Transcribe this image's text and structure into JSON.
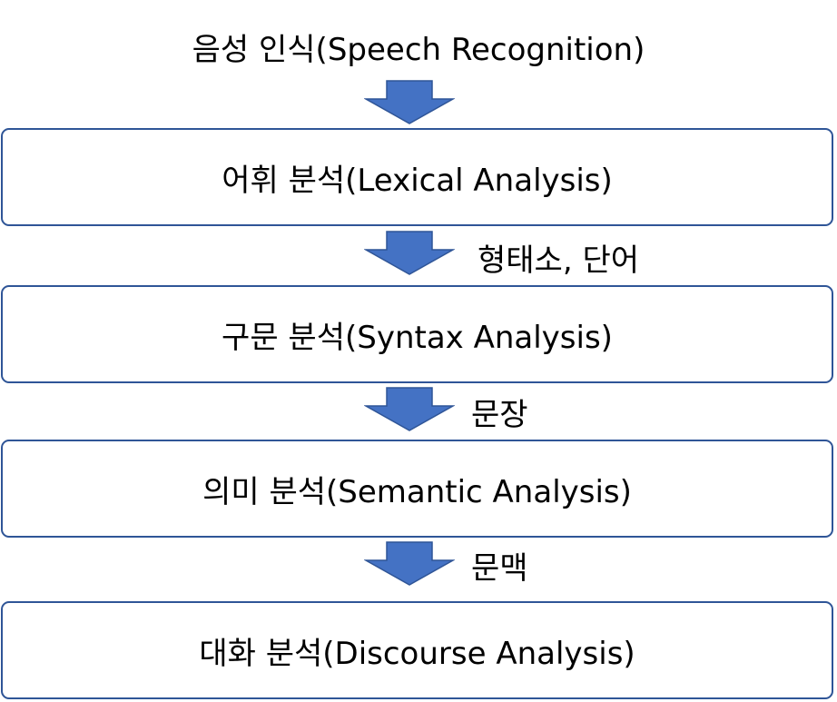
{
  "title": "음성 인식(Speech Recognition)",
  "stages": [
    {
      "label": "어휘 분석(Lexical Analysis)"
    },
    {
      "label": "구문 분석(Syntax Analysis)"
    },
    {
      "label": "의미 분석(Semantic Analysis)"
    },
    {
      "label": "대화 분석(Discourse Analysis)"
    }
  ],
  "arrows": [
    {
      "label": ""
    },
    {
      "label": "형태소, 단어"
    },
    {
      "label": "문장"
    },
    {
      "label": "문맥"
    }
  ],
  "colors": {
    "box_border": "#2f5597",
    "arrow_fill": "#4472c4",
    "arrow_stroke": "#2f5597",
    "text": "#000000"
  }
}
